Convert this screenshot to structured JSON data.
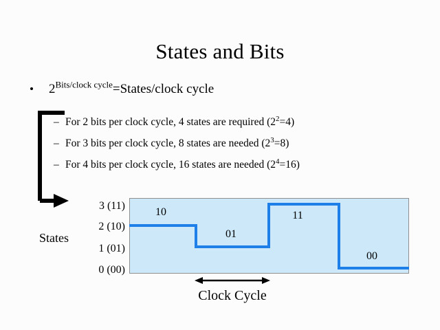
{
  "slide": {
    "title": "States and Bits",
    "background_color": "#fcfcfc",
    "text_color": "#000000"
  },
  "bullets": {
    "level1": {
      "base": "2",
      "exponent": "Bits/clock cycle",
      "rest": "=States/clock cycle",
      "marker": "bullet-dot"
    },
    "level2": [
      {
        "marker": "–",
        "pre": "For 2 bits per clock cycle, 4 states are required (2",
        "exp": "2",
        "post": "=4)"
      },
      {
        "marker": "–",
        "pre": "For 3 bits per clock cycle, 8 states are needed (2",
        "exp": "3",
        "post": "=8)"
      },
      {
        "marker": "–",
        "pre": "For 4 bits per clock cycle, 16 states are needed (2",
        "exp": "4",
        "post": "=16)"
      }
    ]
  },
  "chart_data": {
    "type": "line",
    "title": "",
    "xlabel": "Clock Cycle",
    "ylabel": "States",
    "grid": false,
    "legend": "none",
    "plot_bgcolor": "#cce8f9",
    "line_color": "#1e7fe8",
    "border_color": "#8f8f8f",
    "ylim": [
      0,
      3
    ],
    "ytick_labels": [
      "3 (11)",
      "2 (10)",
      "1 (01)",
      "0 (00)"
    ],
    "ytick_values": [
      3,
      2,
      1,
      0
    ],
    "x": [
      0,
      1,
      2,
      3,
      4
    ],
    "step_values": [
      2,
      1,
      3,
      0
    ],
    "annotations": [
      {
        "label": "10",
        "level": 2,
        "cycle": 0
      },
      {
        "label": "01",
        "level": 1,
        "cycle": 1
      },
      {
        "label": "11",
        "level": 3,
        "cycle": 2
      },
      {
        "label": "00",
        "level": 0,
        "cycle": 3
      }
    ],
    "x_axis_annotation": {
      "label": "Clock Cycle",
      "arrow": "double-headed",
      "spans_cycle": 1
    }
  }
}
